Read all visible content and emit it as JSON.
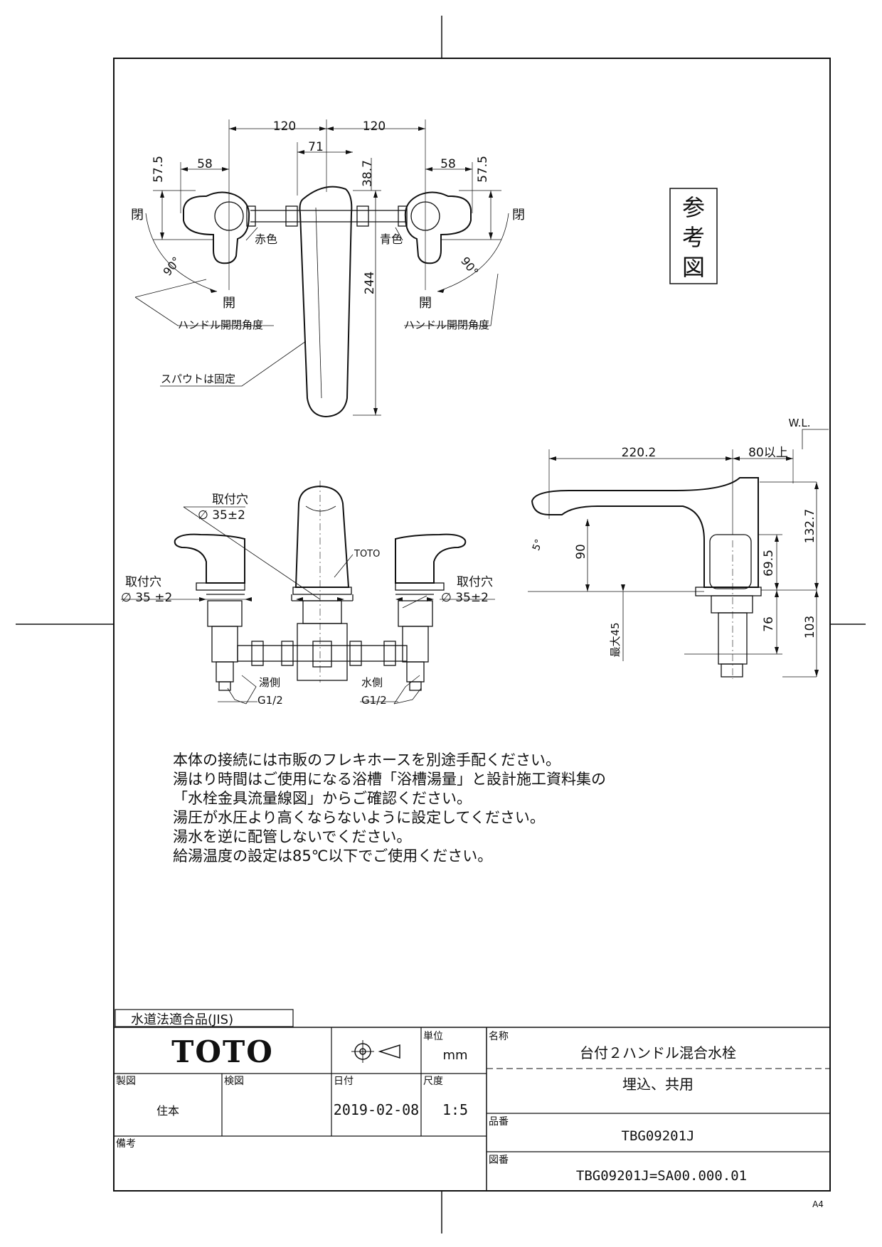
{
  "stamp": {
    "chars": [
      "参",
      "考",
      "図"
    ]
  },
  "top_view": {
    "dims": {
      "d120a": "120",
      "d120b": "120",
      "d71": "71",
      "d58a": "58",
      "d58b": "58",
      "d57a": "57.5",
      "d57b": "57.5",
      "d38": "38.7",
      "d244": "244",
      "d90a": "90°",
      "d90b": "90°"
    },
    "labels": {
      "close_l": "閉",
      "close_r": "閉",
      "open_l": "開",
      "open_r": "開",
      "red": "赤色",
      "blue": "青色",
      "angle_l": "ハンドル開閉角度",
      "angle_r": "ハンドル開閉角度",
      "spout": "スパウトは固定"
    }
  },
  "front_view": {
    "labels": {
      "mount_c": "取付穴",
      "mount_c_dia": "∅ 35±2",
      "mount_l": "取付穴",
      "mount_l_dia": "∅ 35 ±2",
      "mount_r": "取付穴",
      "mount_r_dia": "∅ 35±2",
      "brand": "TOTO",
      "hot": "湯側",
      "cold": "水側",
      "g_l": "G1/2",
      "g_r": "G1/2"
    }
  },
  "side_view": {
    "dims": {
      "d220": "220.2",
      "d80": "80以上",
      "wl": "W.L.",
      "d132": "132.7",
      "d90": "90",
      "d69": "69.5",
      "d76": "76",
      "d103": "103",
      "d45": "最大45",
      "deg5": "5°"
    }
  },
  "notes": [
    "本体の接続には市販のフレキホースを別途手配ください。",
    "湯はり時間はご使用になる浴槽「浴槽湯量」と設計施工資料集の",
    "「水栓金具流量線図」からご確認ください。",
    "湯圧が水圧より高くならないように設定してください。",
    "湯水を逆に配管しないでください。",
    "給湯温度の設定は85℃以下でご使用ください。"
  ],
  "title_block": {
    "compliance": "水道法適合品(JIS)",
    "logo": "TOTO",
    "unit_label": "単位",
    "unit": "mm",
    "name_label": "名称",
    "name": "台付２ハンドル混合水栓",
    "subtitle": "埋込、共用",
    "drawn_label": "製図",
    "drawn": "住本",
    "checked_label": "検図",
    "checked": "",
    "date_label": "日付",
    "date": "2019-02-08",
    "scale_label": "尺度",
    "scale": "1:5",
    "part_label": "品番",
    "part": "TBG09201J",
    "remarks_label": "備考",
    "drawing_label": "図番",
    "drawing": "TBG09201J=SA00.000.01",
    "paper": "A4"
  }
}
